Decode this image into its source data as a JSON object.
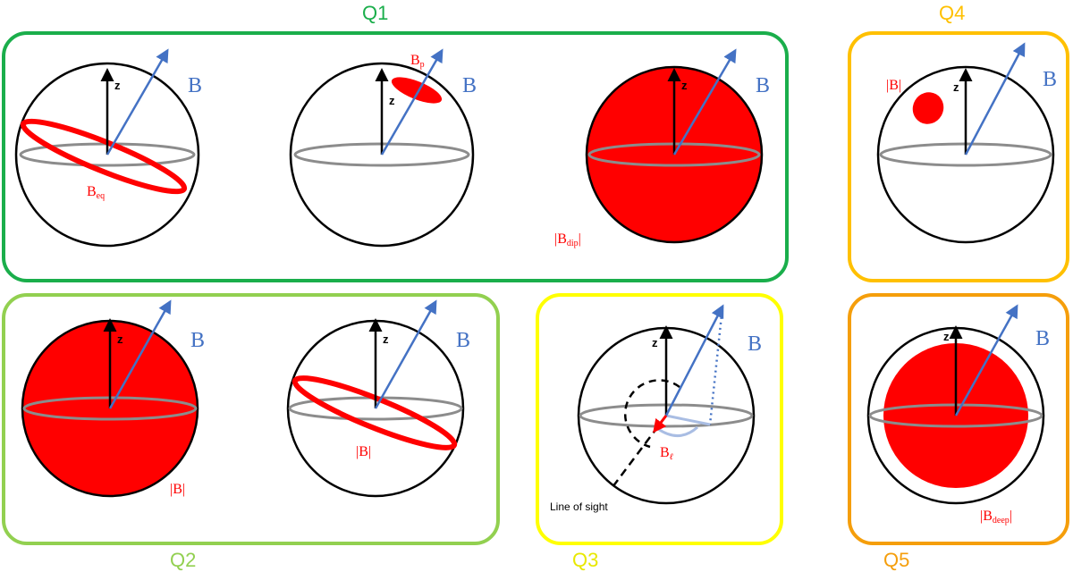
{
  "panels": {
    "q1": {
      "title": "Q1",
      "color": "#1aae4b"
    },
    "q2": {
      "title": "Q2",
      "color": "#92d050"
    },
    "q3": {
      "title": "Q3",
      "color": "#ffff00"
    },
    "q4": {
      "title": "Q4",
      "color": "#ffc000"
    },
    "q5": {
      "title": "Q5",
      "color": "#f59e0b"
    }
  },
  "axis_label": "z",
  "field_label": "B",
  "labels": {
    "q1_ring_main": "B",
    "q1_ring_sub": "eq",
    "q1_patch_main": "B",
    "q1_patch_sub": "p",
    "q1_full_open": "|B",
    "q1_full_sub": "dip",
    "q1_full_close": "|",
    "q2_full": "|B|",
    "q2_ring": "|B|",
    "q3_los_main": "B",
    "q3_los_sub": "ℓ",
    "q3_line_of_sight": "Line of sight",
    "q4_spot": "|B|",
    "q5_open": "|B",
    "q5_sub": "deep",
    "q5_close": "|"
  },
  "colors": {
    "field": "#4472c4",
    "highlight": "#ff0000",
    "equator": "#8c8c8c",
    "outline": "#000000"
  }
}
